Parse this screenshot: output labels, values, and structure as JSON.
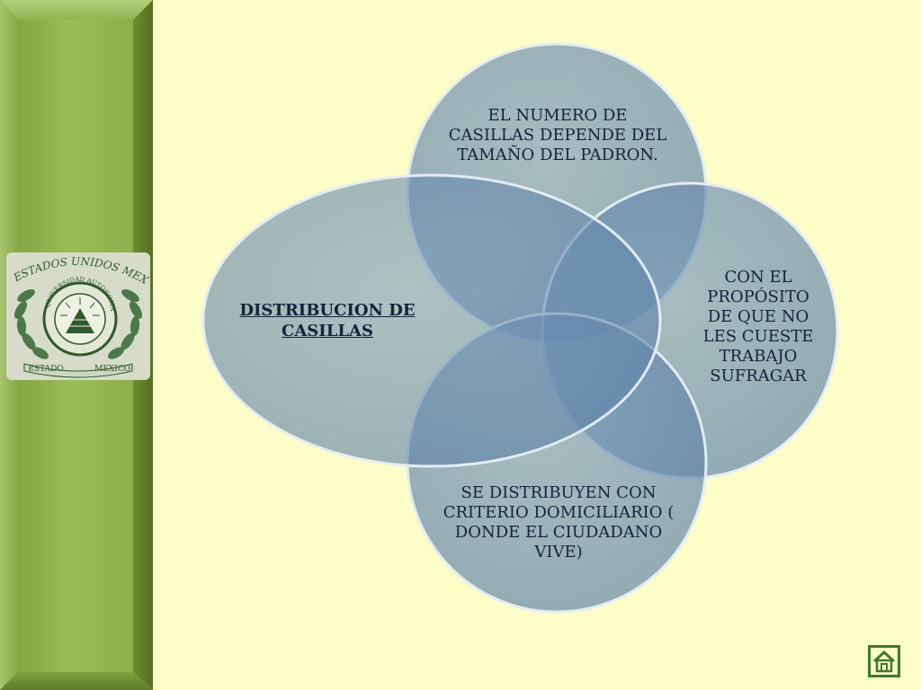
{
  "diagram": {
    "center": "DISTRIBUCION DE CASILLAS",
    "nodes": [
      "EL NUMERO DE CASILLAS DEPENDE DEL TAMAÑO DEL PADRON.",
      "CON EL PROPÓSITO DE QUE NO LES CUESTE TRABAJO SUFRAGAR",
      "SE DISTRIBUYEN CON CRITERIO DOMICILIARIO ( DONDE EL CIUDADANO VIVE)"
    ]
  },
  "emblem": {
    "top_text": "ESTADOS UNIDOS MEXICANOS",
    "ring_text": "UNIVERSIDAD AUTONOMA",
    "bottom_left": "ESTADO",
    "bottom_right": "MEXICO"
  },
  "colors": {
    "background": "#fdfdc8",
    "sidebar": "#8fae4b",
    "circle_fill": "#5f85aa",
    "circle_stroke": "#dfe9f2",
    "home_icon": "#3e7a2a"
  },
  "icons": {
    "home": "home-icon"
  }
}
